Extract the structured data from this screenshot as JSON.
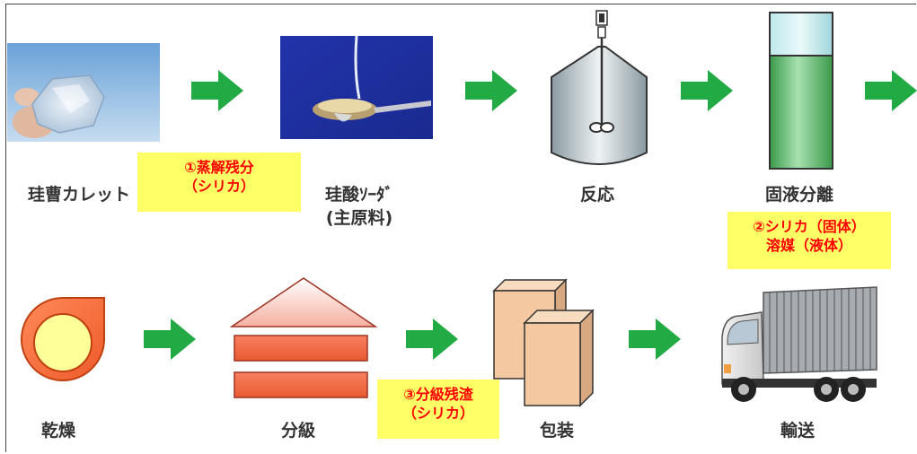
{
  "steps": {
    "cullet": "珪曹カレット",
    "sodium_silicate": "珪酸ｿｰﾀﾞ",
    "main_material": "(主原料)",
    "reaction": "反応",
    "separation": "固液分離",
    "drying": "乾燥",
    "classification": "分級",
    "packaging": "包装",
    "transport": "輸送"
  },
  "notes": {
    "n1_line1": "①蒸解残分",
    "n1_line2": "（シリカ）",
    "n2_line1": "②シリカ（固体）",
    "n2_line2": "溶媒（液体）",
    "n3_line1": "③分級残渣",
    "n3_line2": "（シリカ）"
  },
  "colors": {
    "arrow": "#22aa44",
    "note_bg": "#ffff66",
    "note_text": "#ff0000",
    "label_text": "#333333"
  },
  "icons": [
    "glass-cullet-photo",
    "spoon-photo",
    "reactor-tank-icon",
    "separator-cylinder-icon",
    "dryer-icon",
    "classifier-icon",
    "boxes-icon",
    "truck-icon",
    "arrow-right-icon"
  ]
}
